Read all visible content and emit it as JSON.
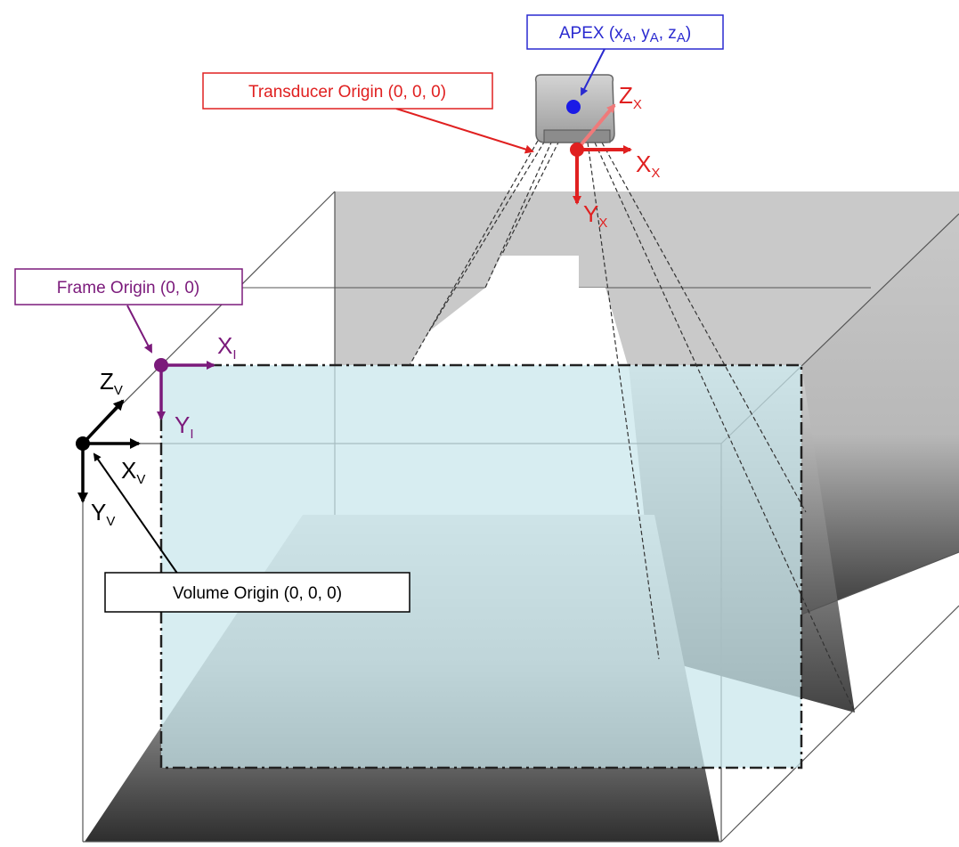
{
  "colors": {
    "transducer": "#e02020",
    "frame": "#7b1a7b",
    "volume": "#000000",
    "apex": "#2a2ad0",
    "frame_fill": "#d4ebef",
    "wall_gray": "#c9c9c9"
  },
  "callouts": {
    "apex": {
      "prefix": "APEX (x",
      "sub1": "A",
      "sep1": ", y",
      "sub2": "A",
      "sep2": ", z",
      "sub3": "A",
      "suffix": ")"
    },
    "transducer_origin": "Transducer Origin (0, 0, 0)",
    "frame_origin": "Frame Origin (0, 0)",
    "volume_origin": "Volume Origin (0, 0, 0)"
  },
  "axes": {
    "transducer": {
      "z": {
        "main": "Z",
        "sub": "X"
      },
      "x": {
        "main": "X",
        "sub": "X"
      },
      "y": {
        "main": "Y",
        "sub": "X"
      }
    },
    "frame": {
      "x": {
        "main": "X",
        "sub": "I"
      },
      "y": {
        "main": "Y",
        "sub": "I"
      }
    },
    "volume": {
      "z": {
        "main": "Z",
        "sub": "V"
      },
      "x": {
        "main": "X",
        "sub": "V"
      },
      "y": {
        "main": "Y",
        "sub": "V"
      }
    }
  }
}
